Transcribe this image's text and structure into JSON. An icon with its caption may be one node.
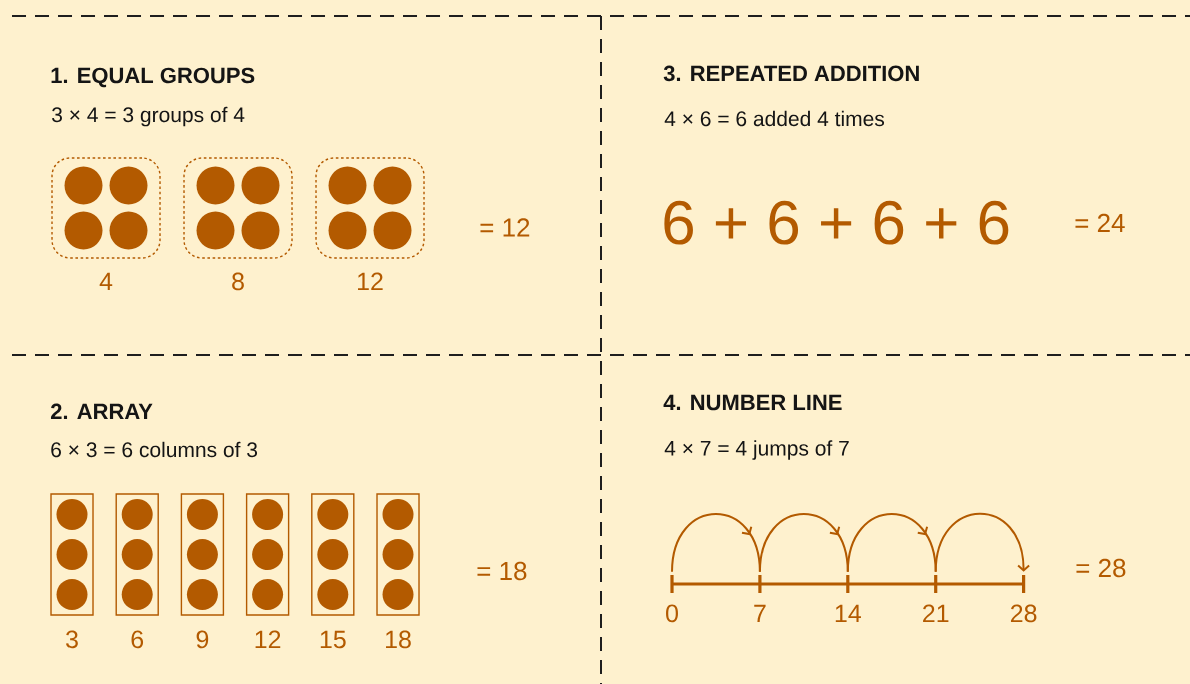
{
  "diagram": {
    "nodes": [
      {
        "text": [],
        "shape": "box",
        "beside": [
          "4"
        ]
      },
      {
        "text": [],
        "shape": "box",
        "beside": [
          "8"
        ]
      },
      {
        "text": [],
        "shape": "box",
        "beside": [
          "12"
        ]
      },
      {
        "text": [],
        "shape": "box",
        "beside": [
          "3"
        ]
      },
      {
        "text": [],
        "shape": "box",
        "beside": [
          "6"
        ]
      },
      {
        "text": [],
        "shape": "box",
        "beside": [
          "9"
        ]
      },
      {
        "text": [],
        "shape": "box",
        "beside": [
          "12"
        ]
      },
      {
        "text": [],
        "shape": "box",
        "beside": [
          "15"
        ]
      },
      {
        "text": [],
        "shape": "box",
        "beside": [
          "18"
        ]
      },
      {
        "text": [],
        "shape": "tick",
        "beside": [
          "0"
        ]
      },
      {
        "text": [],
        "shape": "tick",
        "beside": [
          "7"
        ]
      },
      {
        "text": [],
        "shape": "tick",
        "beside": [
          "14"
        ]
      },
      {
        "text": [],
        "shape": "tick",
        "beside": [
          "21"
        ]
      },
      {
        "text": [],
        "shape": "tick",
        "beside": [
          "28"
        ]
      }
    ],
    "edges": [
      {
        "from": 9,
        "to": 10,
        "arrow": "to"
      },
      {
        "from": 10,
        "to": 11,
        "arrow": "to"
      },
      {
        "from": 11,
        "to": 12,
        "arrow": "to"
      },
      {
        "from": 12,
        "to": 13,
        "arrow": "to"
      }
    ],
    "labels": [
      "1. EQUAL GROUPS",
      "3 × 4 = 3 groups of 4",
      "= 12",
      "2. ARRAY",
      "6 × 3 = 6 columns of 3",
      "= 18",
      "3. REPEATED ADDITION",
      "4 × 6 = 6 added 4 times",
      "6 + 6 + 6 + 6",
      "= 24",
      "4. NUMBER LINE",
      "4 × 7 = 4 jumps of 7",
      "= 28"
    ]
  }
}
